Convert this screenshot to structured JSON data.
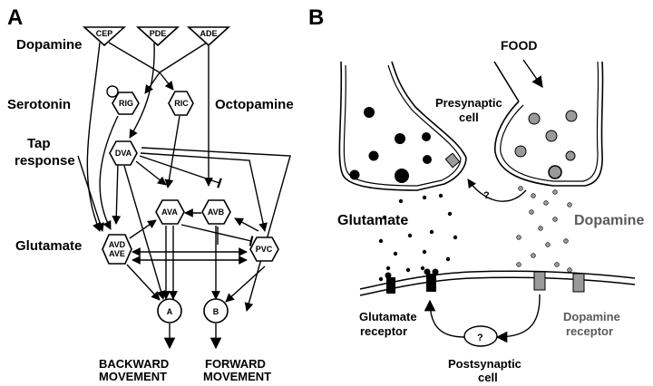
{
  "panel_a": {
    "letter": "A",
    "modulators": {
      "dopamine": "Dopamine",
      "serotonin": "Serotonin",
      "tap": [
        "Tap",
        "response"
      ],
      "octopamine": "Octopamine",
      "glutamate": "Glutamate"
    },
    "nodes": {
      "cep": "CEP",
      "pde": "PDE",
      "ade": "ADE",
      "rig": "RIG",
      "ric": "RIC",
      "dva": "DVA",
      "ava": "AVA",
      "avb": "AVB",
      "avd": [
        "AVD",
        "AVE"
      ],
      "pvc": "PVC",
      "a": "A",
      "b": "B"
    },
    "outputs": {
      "backward": [
        "BACKWARD",
        "MOVEMENT"
      ],
      "forward": [
        "FORWARD",
        "MOVEMENT"
      ]
    }
  },
  "panel_b": {
    "letter": "B",
    "food": "FOOD",
    "presynaptic": [
      "Presynaptic",
      "cell"
    ],
    "glutamate": "Glutamate",
    "dopamine": "Dopamine",
    "question": "?",
    "glutamate_receptor": [
      "Glutamate",
      "receptor"
    ],
    "dopamine_receptor": [
      "Dopamine",
      "receptor"
    ],
    "postsynaptic": [
      "Postsynaptic",
      "cell"
    ],
    "colors": {
      "dark_vesicle": "#000000",
      "light_vesicle": "#9a9a9a",
      "gray_text": "#5a5a5a"
    }
  }
}
